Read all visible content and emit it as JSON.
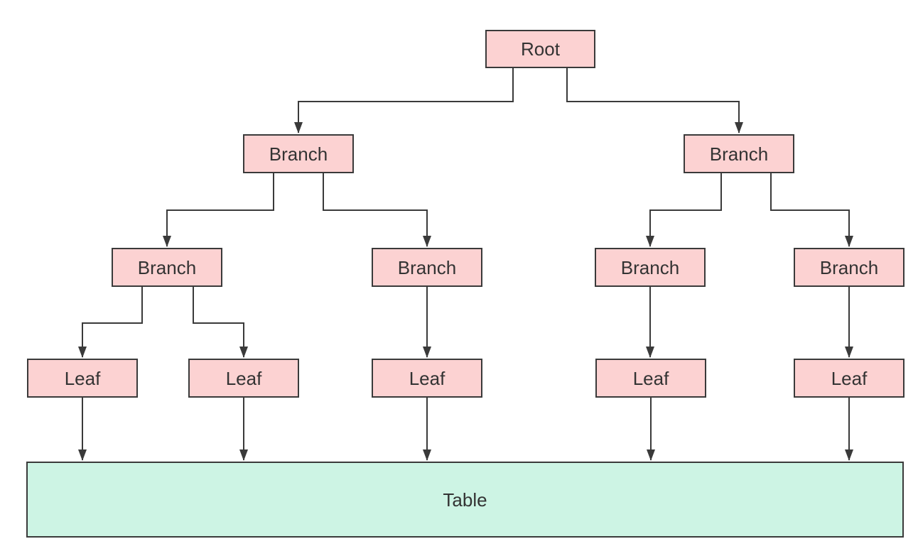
{
  "diagram": {
    "type": "tree",
    "nodes": {
      "root": {
        "label": "Root"
      },
      "branch_left": {
        "label": "Branch"
      },
      "branch_right": {
        "label": "Branch"
      },
      "branch_left_left": {
        "label": "Branch"
      },
      "branch_left_right": {
        "label": "Branch"
      },
      "branch_right_left": {
        "label": "Branch"
      },
      "branch_right_right": {
        "label": "Branch"
      },
      "leaf_1": {
        "label": "Leaf"
      },
      "leaf_2": {
        "label": "Leaf"
      },
      "leaf_3": {
        "label": "Leaf"
      },
      "leaf_4": {
        "label": "Leaf"
      },
      "leaf_5": {
        "label": "Leaf"
      },
      "table": {
        "label": "Table"
      }
    },
    "edges": [
      {
        "from": "root",
        "to": "branch_left"
      },
      {
        "from": "root",
        "to": "branch_right"
      },
      {
        "from": "branch_left",
        "to": "branch_left_left"
      },
      {
        "from": "branch_left",
        "to": "branch_left_right"
      },
      {
        "from": "branch_right",
        "to": "branch_right_left"
      },
      {
        "from": "branch_right",
        "to": "branch_right_right"
      },
      {
        "from": "branch_left_left",
        "to": "leaf_1"
      },
      {
        "from": "branch_left_left",
        "to": "leaf_2"
      },
      {
        "from": "branch_left_right",
        "to": "leaf_3"
      },
      {
        "from": "branch_right_left",
        "to": "leaf_4"
      },
      {
        "from": "branch_right_right",
        "to": "leaf_5"
      },
      {
        "from": "leaf_1",
        "to": "table"
      },
      {
        "from": "leaf_2",
        "to": "table"
      },
      {
        "from": "leaf_3",
        "to": "table"
      },
      {
        "from": "leaf_4",
        "to": "table"
      },
      {
        "from": "leaf_5",
        "to": "table"
      }
    ],
    "colors": {
      "node_fill": "#fcd2d2",
      "node_border": "#3a3a3a",
      "table_fill": "#cdf4e4",
      "table_border": "#3a3a3a",
      "line_color": "#3a3a3a",
      "text_color": "#333333",
      "background": "#ffffff"
    }
  }
}
